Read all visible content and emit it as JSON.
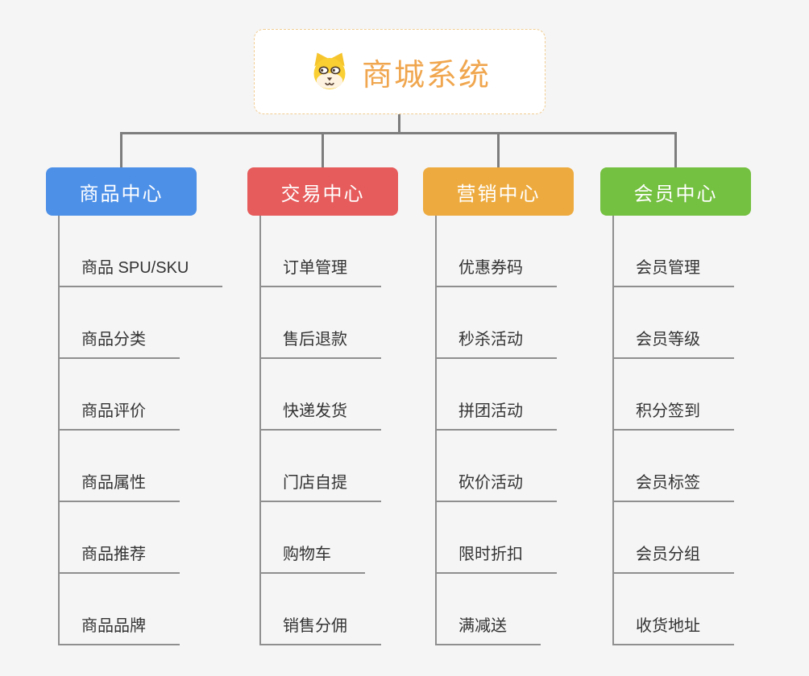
{
  "root": {
    "title": "商城系统",
    "icon": "dog-face-icon"
  },
  "branches": [
    {
      "id": "product-center",
      "label": "商品中心",
      "color": "#4d90e8",
      "items": [
        "商品 SPU/SKU",
        "商品分类",
        "商品评价",
        "商品属性",
        "商品推荐",
        "商品品牌"
      ]
    },
    {
      "id": "trade-center",
      "label": "交易中心",
      "color": "#e65b5b",
      "items": [
        "订单管理",
        "售后退款",
        "快递发货",
        "门店自提",
        "购物车",
        "销售分佣"
      ]
    },
    {
      "id": "marketing-center",
      "label": "营销中心",
      "color": "#edab3f",
      "items": [
        "优惠券码",
        "秒杀活动",
        "拼团活动",
        "砍价活动",
        "限时折扣",
        "满减送"
      ]
    },
    {
      "id": "member-center",
      "label": "会员中心",
      "color": "#74c040",
      "items": [
        "会员管理",
        "会员等级",
        "积分签到",
        "会员标签",
        "会员分组",
        "收货地址"
      ]
    }
  ],
  "colors": {
    "background": "#f5f5f5",
    "connector": "#7d7d7d",
    "leaf_line": "#8f8f8f",
    "leaf_text": "#333333",
    "root_title": "#f0a64e",
    "root_border": "#f2cd92"
  }
}
